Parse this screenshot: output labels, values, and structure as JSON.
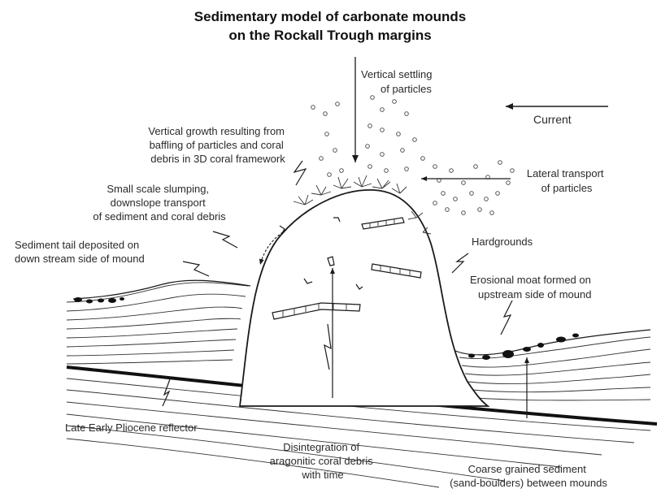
{
  "title": {
    "line1": "Sedimentary model of carbonate mounds",
    "line2": "on the Rockall Trough margins"
  },
  "labels": {
    "vertical_settling": [
      "Vertical settling",
      "of particles"
    ],
    "current": "Current",
    "vertical_growth": [
      "Vertical growth resulting from",
      "baffling of particles and coral",
      "debris in 3D coral framework"
    ],
    "lateral_transport": [
      "Lateral transport",
      "of particles"
    ],
    "slumping": [
      "Small scale slumping,",
      "downslope transport",
      "of sediment and coral debris"
    ],
    "sediment_tail": [
      "Sediment tail deposited on",
      "down stream side of mound"
    ],
    "hardgrounds": "Hardgrounds",
    "erosional_moat": [
      "Erosional moat formed on",
      "upstream side of mound"
    ],
    "reflector": "Late Early Pliocene reflector",
    "disintegration": [
      "Disintegration of",
      "aragonitic coral debris",
      "with time"
    ],
    "coarse_sediment": [
      "Coarse grained sediment",
      "(sand-boulders) between mounds"
    ]
  },
  "colors": {
    "line": "#1a1a1a",
    "text": "#2a2a2a",
    "background": "#ffffff"
  }
}
